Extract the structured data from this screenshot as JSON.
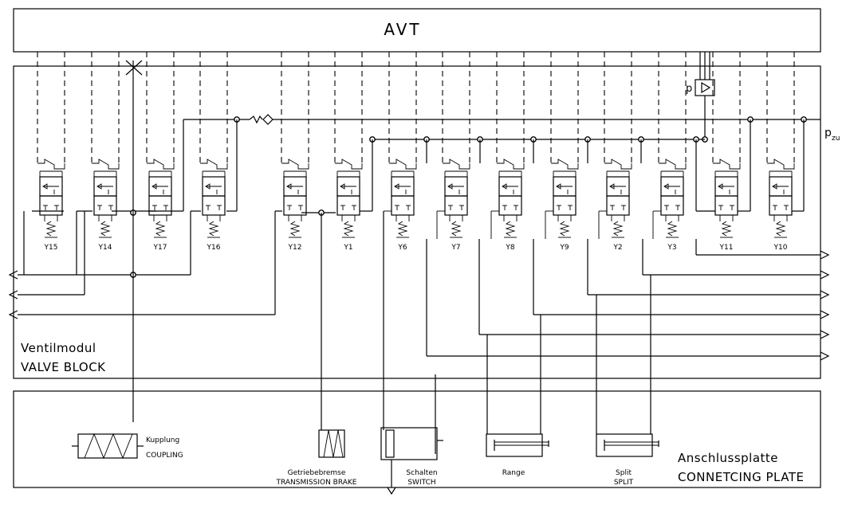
{
  "avt": {
    "label": "AVT"
  },
  "valve_block": {
    "label_de": "Ventilmodul",
    "label_en": "VALVE BLOCK"
  },
  "connecting_plate": {
    "label_de": "Anschlussplatte",
    "label_en": "CONNETCING PLATE"
  },
  "pressure_supply": {
    "label": "p",
    "subscript": "zu"
  },
  "pressure_sensor": {
    "label": "p"
  },
  "valves": [
    "Y15",
    "Y14",
    "Y17",
    "Y16",
    "Y12",
    "Y1",
    "Y6",
    "Y7",
    "Y8",
    "Y9",
    "Y2",
    "Y3",
    "Y11",
    "Y10"
  ],
  "actuators": [
    {
      "id": "coupling",
      "label_de": "Kupplung",
      "label_en": "COUPLING"
    },
    {
      "id": "brake",
      "label_de": "Getriebebremse",
      "label_en": "TRANSMISSION BRAKE"
    },
    {
      "id": "switch",
      "label_de": "Schalten",
      "label_en": "SWITCH"
    },
    {
      "id": "range",
      "label_de": "Range",
      "label_en": ""
    },
    {
      "id": "split",
      "label_de": "Split",
      "label_en": "SPLIT"
    }
  ]
}
